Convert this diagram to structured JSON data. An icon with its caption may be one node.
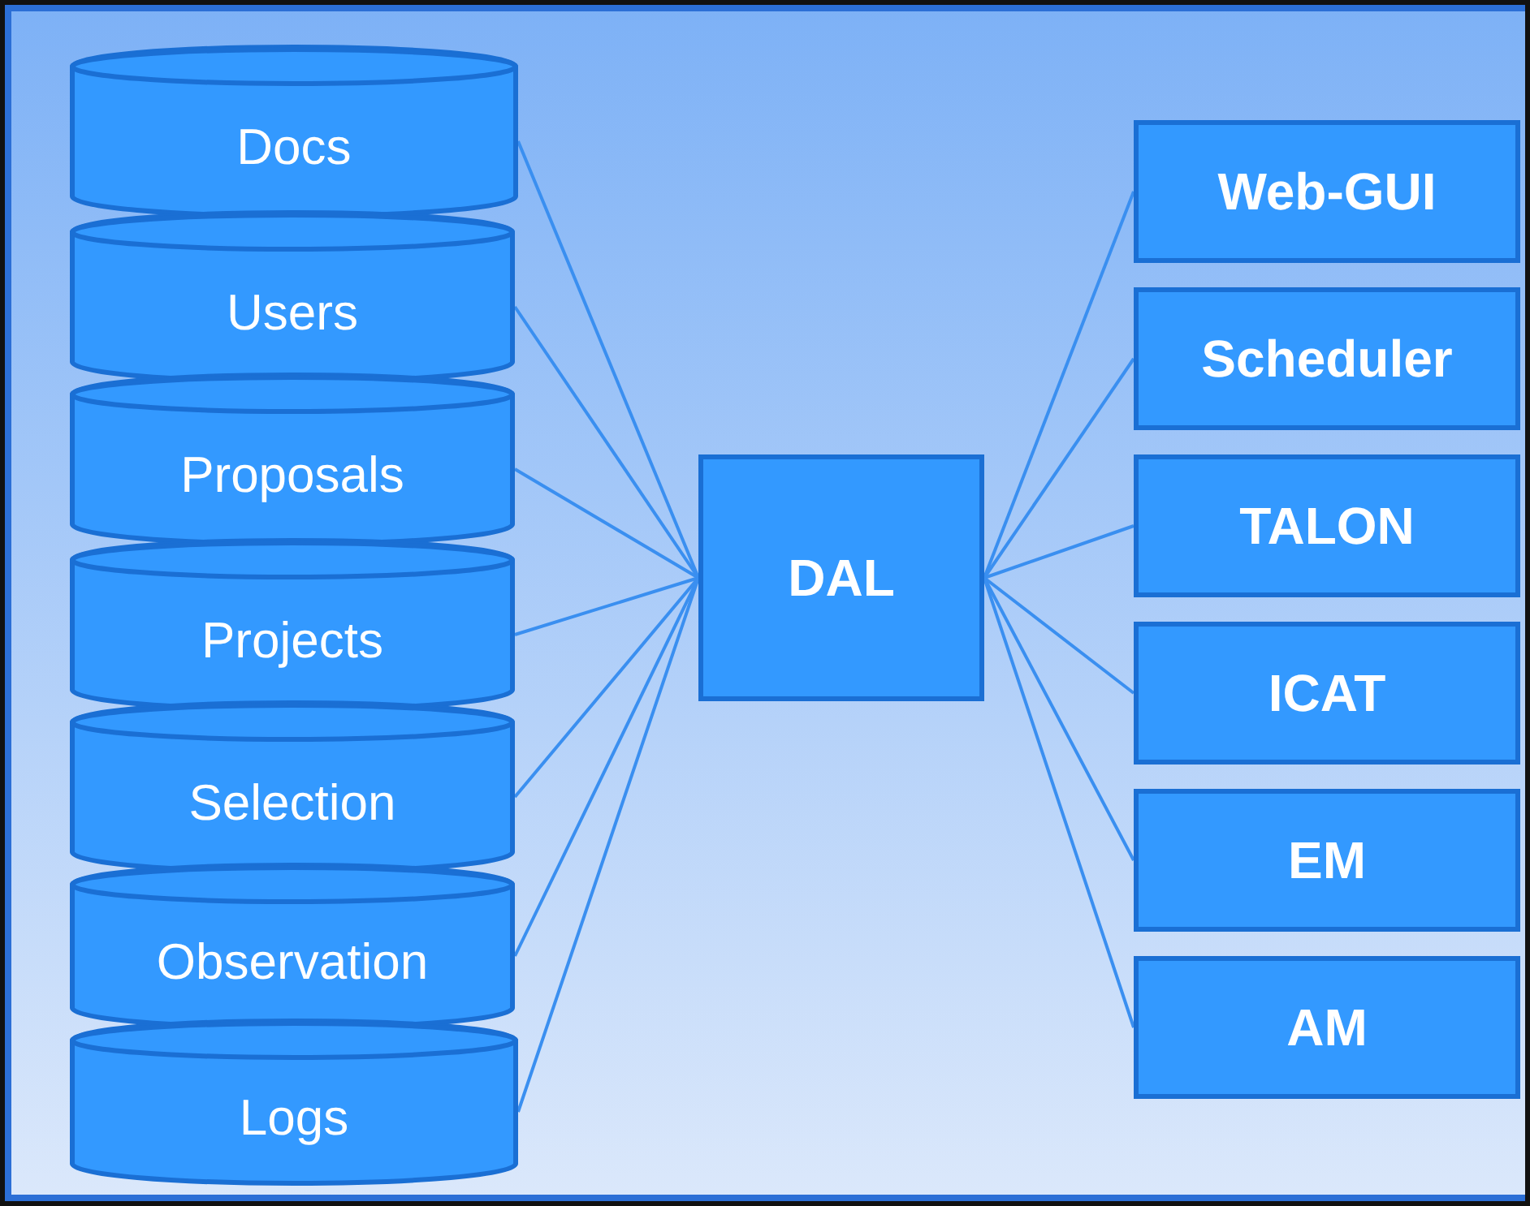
{
  "diagram": {
    "nodes": [
      {
        "text": [
          "Docs"
        ]
      },
      {
        "text": [
          "Users"
        ]
      },
      {
        "text": [
          "Proposals"
        ]
      },
      {
        "text": [
          "Projects"
        ]
      },
      {
        "text": [
          "Selection"
        ]
      },
      {
        "text": [
          "Observation"
        ]
      },
      {
        "text": [
          "Logs"
        ]
      },
      {
        "text": [
          "DAL"
        ]
      },
      {
        "text": [
          "Web-GUI"
        ]
      },
      {
        "text": [
          "Scheduler"
        ]
      },
      {
        "text": [
          "TALON"
        ]
      },
      {
        "text": [
          "ICAT"
        ]
      },
      {
        "text": [
          "EM"
        ]
      },
      {
        "text": [
          "AM"
        ]
      }
    ],
    "edges": [
      {
        "from": 0,
        "to": 7,
        "arrow": "none"
      },
      {
        "from": 1,
        "to": 7,
        "arrow": "none"
      },
      {
        "from": 2,
        "to": 7,
        "arrow": "none"
      },
      {
        "from": 3,
        "to": 7,
        "arrow": "none"
      },
      {
        "from": 4,
        "to": 7,
        "arrow": "none"
      },
      {
        "from": 5,
        "to": 7,
        "arrow": "none"
      },
      {
        "from": 6,
        "to": 7,
        "arrow": "none"
      },
      {
        "from": 7,
        "to": 8,
        "arrow": "none"
      },
      {
        "from": 7,
        "to": 9,
        "arrow": "none"
      },
      {
        "from": 7,
        "to": 10,
        "arrow": "none"
      },
      {
        "from": 7,
        "to": 11,
        "arrow": "none"
      },
      {
        "from": 7,
        "to": 12,
        "arrow": "none"
      },
      {
        "from": 7,
        "to": 13,
        "arrow": "none"
      }
    ]
  }
}
